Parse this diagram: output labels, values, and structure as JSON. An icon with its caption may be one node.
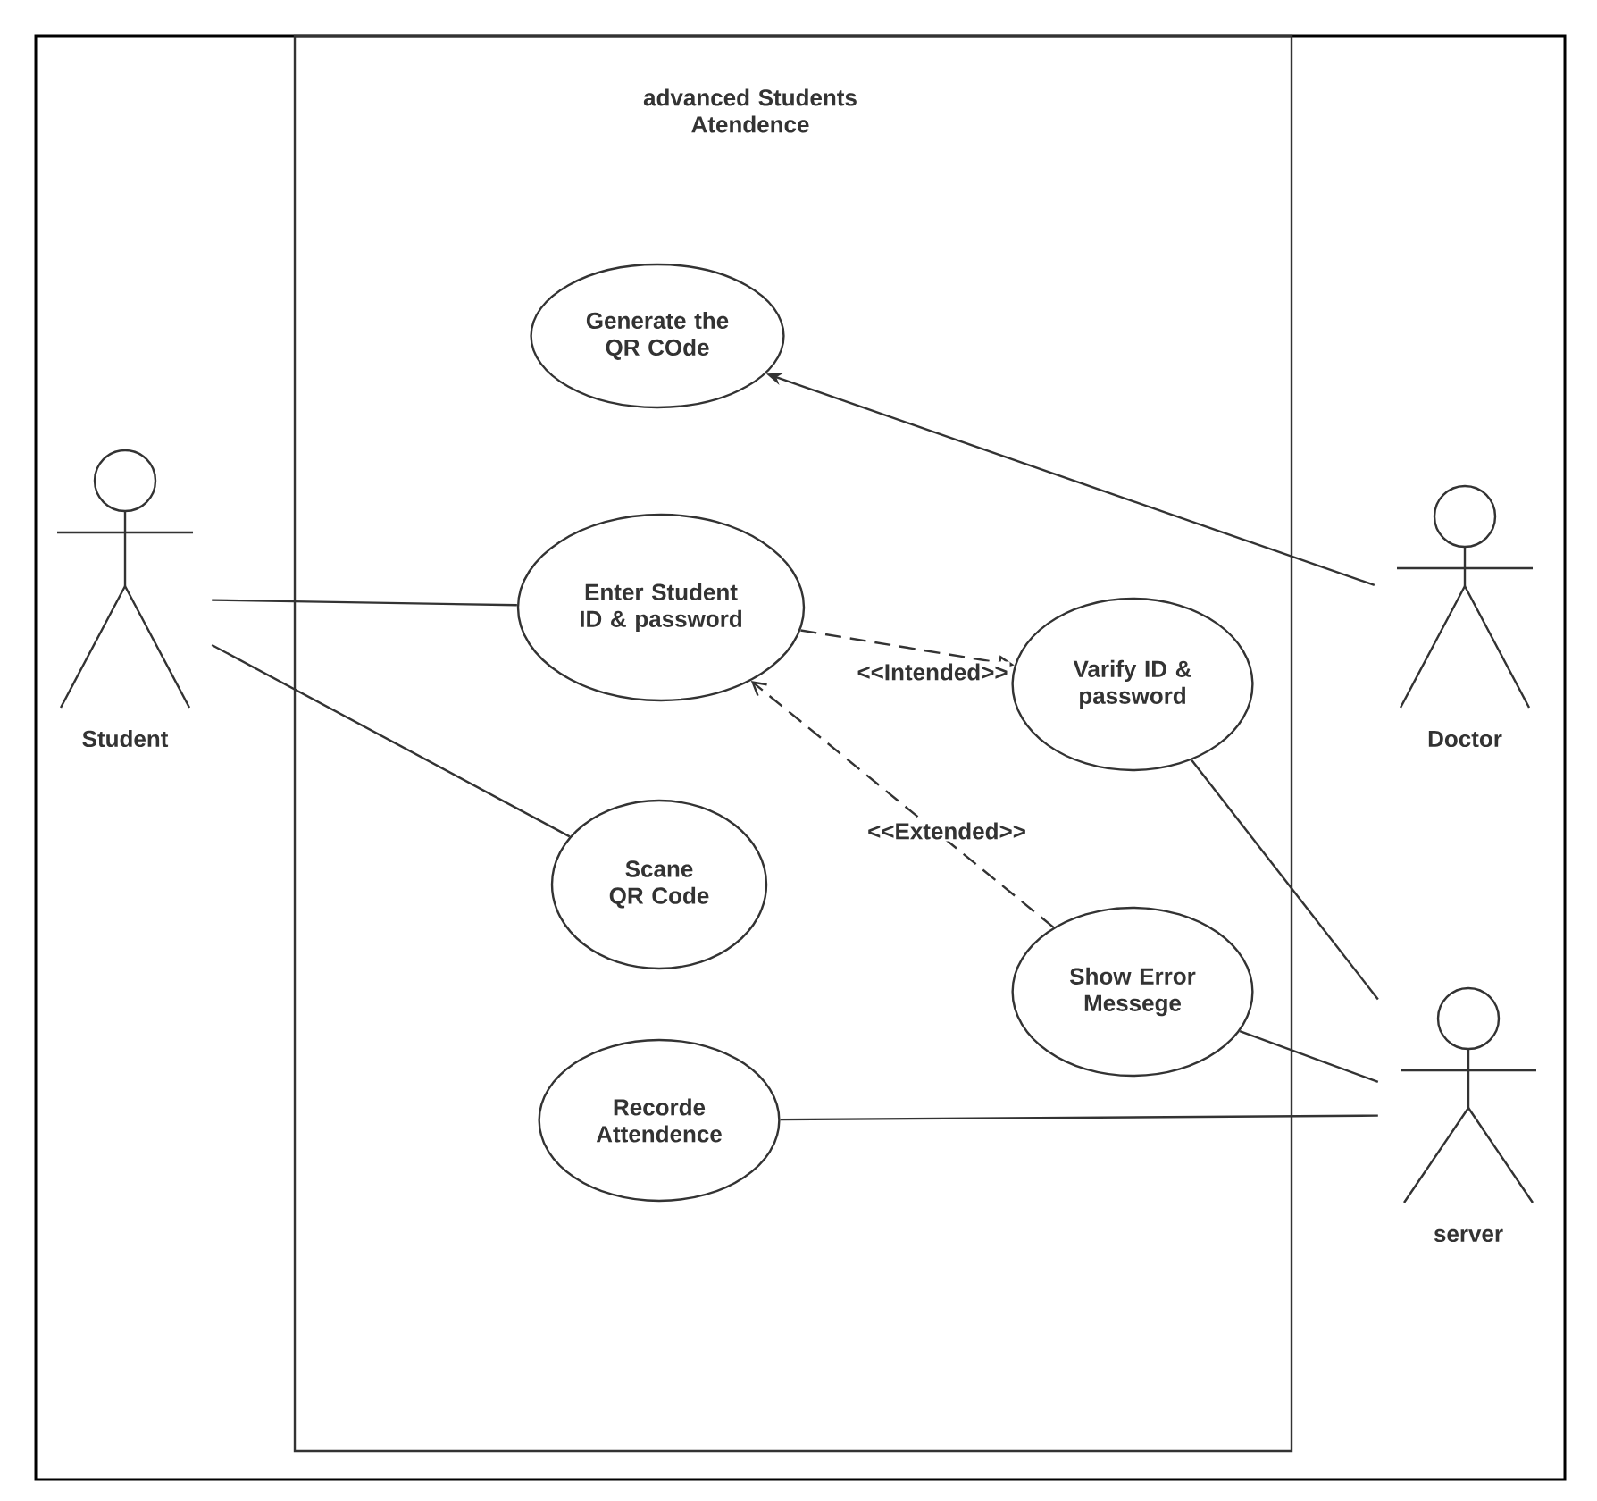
{
  "diagram": {
    "nodes": [
      {
        "text": [
          "advanced Students Atendence"
        ]
      },
      {
        "text": [
          "Generate the QR COde"
        ],
        "in": 0
      },
      {
        "text": [
          "Enter Student ID & password"
        ],
        "in": 0
      },
      {
        "text": [
          "Varify ID & password"
        ],
        "in": 0
      },
      {
        "text": [
          "Scane QR Code"
        ],
        "in": 0
      },
      {
        "text": [
          "Show Error Messege"
        ],
        "in": 0
      },
      {
        "text": [
          "Recorde Attendence"
        ],
        "in": 0
      },
      {
        "text": [
          "Student"
        ]
      },
      {
        "text": [
          "Doctor"
        ]
      },
      {
        "text": [
          "server"
        ]
      }
    ],
    "edges": [
      {
        "from": 7,
        "to": 2,
        "arrow": "none"
      },
      {
        "from": 7,
        "to": 4,
        "arrow": "none"
      },
      {
        "from": 8,
        "to": 1,
        "arrow": "to"
      },
      {
        "from": 2,
        "to": 3,
        "arrow": "to",
        "style": "dashed",
        "label": "<<Intended>>"
      },
      {
        "from": 5,
        "to": 2,
        "arrow": "to",
        "style": "dashed",
        "label": "<<Extended>>"
      },
      {
        "from": 3,
        "to": 9,
        "arrow": "none"
      },
      {
        "from": 5,
        "to": 9,
        "arrow": "none"
      },
      {
        "from": 6,
        "to": 9,
        "arrow": "none"
      }
    ]
  }
}
